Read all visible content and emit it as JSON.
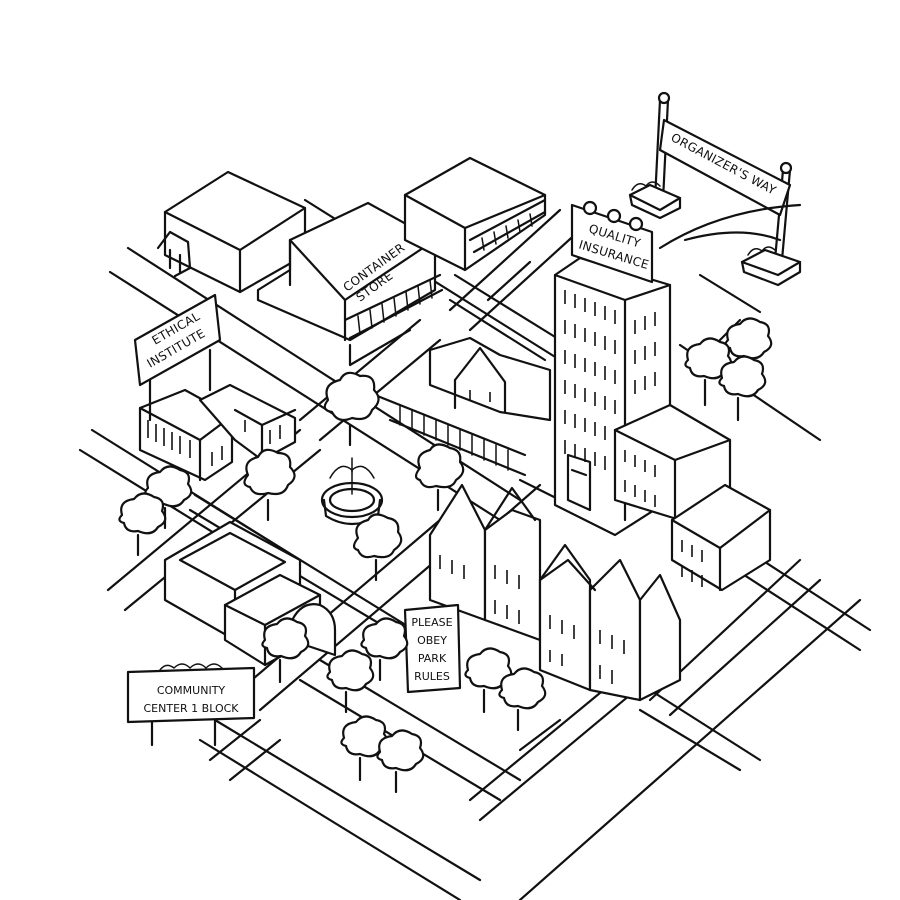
{
  "signs": {
    "organizers_way": "ORGANIZER'S WAY",
    "quality_insurance": [
      "QUALITY",
      "INSURANCE"
    ],
    "container_store": [
      "CONTAINER",
      "STORE"
    ],
    "ethical_institute": [
      "ETHICAL",
      "INSTITUTE"
    ],
    "park_rules": [
      "PLEASE",
      "OBEY",
      "PARK",
      "RULES"
    ],
    "community_center": [
      "COMMUNITY",
      "CENTER 1 BLOCK"
    ]
  }
}
